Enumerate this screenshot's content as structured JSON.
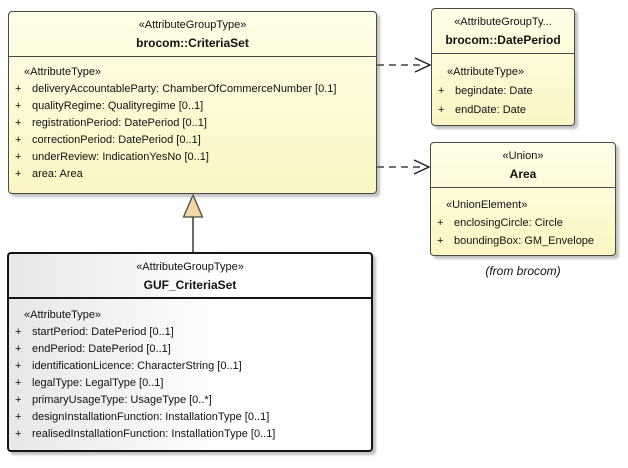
{
  "colors": {
    "class_fill_top": "#fffee8",
    "class_fill_bottom": "#fbf6c3",
    "class_border": "#4a4a42",
    "guf_fill_left": "#e7e7e7",
    "guf_fill_right": "#ffffff",
    "guf_border": "#151515",
    "generalization_triangle_fill": "#f1d7a6",
    "connector_color": "#1a1a1a",
    "background": "#ffffff"
  },
  "classes": {
    "criteria_set": {
      "stereotype": "«AttributeGroupType»",
      "name": "brocom::CriteriaSet",
      "section": "«AttributeType»",
      "attributes": [
        {
          "v": "+",
          "t": "deliveryAccountableParty: ChamberOfCommerceNumber [0.1]"
        },
        {
          "v": "+",
          "t": "qualityRegime: Qualityregime [0..1]"
        },
        {
          "v": "+",
          "t": "registrationPeriod: DatePeriod [0..1]"
        },
        {
          "v": "+",
          "t": "correctionPeriod: DatePeriod [0..1]"
        },
        {
          "v": "+",
          "t": "underReview: IndicationYesNo [0..1]"
        },
        {
          "v": "+",
          "t": "area: Area"
        }
      ]
    },
    "date_period": {
      "stereotype": "«AttributeGroupTy...",
      "name": "brocom::DatePeriod",
      "section": "«AttributeType»",
      "attributes": [
        {
          "v": "+",
          "t": "begindate: Date"
        },
        {
          "v": "+",
          "t": "endDate: Date"
        }
      ]
    },
    "area": {
      "stereotype": "«Union»",
      "name": "Area",
      "section": "«UnionElement»",
      "attributes": [
        {
          "v": "+",
          "t": "enclosingCircle: Circle"
        },
        {
          "v": "+",
          "t": "boundingBox: GM_Envelope"
        }
      ]
    },
    "guf_criteria_set": {
      "stereotype": "«AttributeGroupType»",
      "name": "GUF_CriteriaSet",
      "section": "«AttributeType»",
      "attributes": [
        {
          "v": "+",
          "t": "startPeriod: DatePeriod [0..1]"
        },
        {
          "v": "+",
          "t": "endPeriod: DatePeriod [0..1]"
        },
        {
          "v": "+",
          "t": "identificationLicence: CharacterString [0..1]"
        },
        {
          "v": "+",
          "t": "legalType: LegalType [0..1]"
        },
        {
          "v": "+",
          "t": "primaryUsageType: UsageType [0..*]"
        },
        {
          "v": "+",
          "t": "designInstallationFunction: InstallationType [0..1]"
        },
        {
          "v": "+",
          "t": "realisedInstallationFunction: InstallationType [0..1]"
        }
      ]
    }
  },
  "note": "(from brocom)"
}
